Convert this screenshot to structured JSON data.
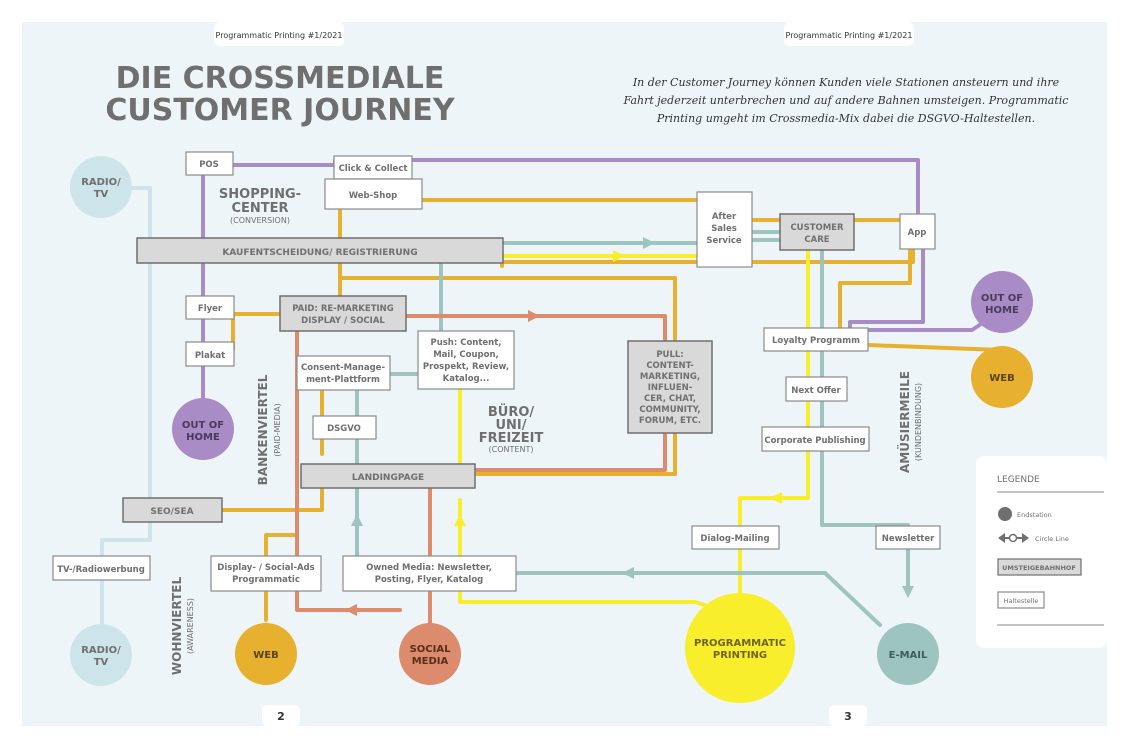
{
  "header": {
    "left_tab": "Programmatic Printing #1/2021",
    "right_tab": "Programmatic Printing #1/2021",
    "title_line1": "DIE CROSSMEDIALE",
    "title_line2": "CUSTOMER JOURNEY",
    "intro_line1": "In der Customer Journey können Kunden viele Stationen ansteuern und ihre",
    "intro_line2": "Fahrt jederzeit unterbrechen und auf andere Bahnen umsteigen. Programmatic",
    "intro_line3": "Printing umgeht im Crossmedia-Mix dabei die DSGVO-Haltestellen."
  },
  "page_numbers": {
    "left": "2",
    "right": "3"
  },
  "districts": {
    "shopping_line1": "SHOPPING-",
    "shopping_line2": "CENTER",
    "shopping_sub": "(CONVERSION)",
    "bank": "BANKENVIERTEL",
    "bank_sub": "(PAID-MEDIA)",
    "buero_line1": "BÜRO/",
    "buero_line2": "UNI/",
    "buero_line3": "FREIZEIT",
    "buero_sub": "(CONTENT)",
    "wohn": "WOHNVIERTEL",
    "wohn_sub": "(AWARENESS)",
    "amuesier": "AMÜSIERMEILE",
    "amuesier_sub": "(KUNDENBINDUNG)"
  },
  "terminals": {
    "radio_top_l1": "RADIO/",
    "radio_top_l2": "TV",
    "radio_bottom_l1": "RADIO/",
    "radio_bottom_l2": "TV",
    "ooh_left_l1": "OUT OF",
    "ooh_left_l2": "HOME",
    "ooh_right_l1": "OUT OF",
    "ooh_right_l2": "HOME",
    "web_right": "WEB",
    "web_bottom": "WEB",
    "social_l1": "SOCIAL",
    "social_l2": "MEDIA",
    "pp_l1": "PROGRAMMATIC",
    "pp_l2": "PRINTING",
    "email": "E-MAIL"
  },
  "hubs": {
    "kauf": "KAUFENTSCHEIDUNG/ REGISTRIERUNG",
    "paid_l1": "PAID: RE-MARKETING",
    "paid_l2": "DISPLAY / SOCIAL",
    "pull_l1": "PULL:",
    "pull_l2": "CONTENT-",
    "pull_l3": "MARKETING,",
    "pull_l4": "INFLUEN-",
    "pull_l5": "CER, CHAT,",
    "pull_l6": "COMMUNITY,",
    "pull_l7": "FORUM, ETC.",
    "landing": "LANDINGPAGE",
    "seo": "SEO/SEA",
    "care_l1": "CUSTOMER",
    "care_l2": "CARE"
  },
  "stops": {
    "pos": "POS",
    "click": "Click & Collect",
    "webshop": "Web-Shop",
    "after_l1": "After",
    "after_l2": "Sales",
    "after_l3": "Service",
    "app": "App",
    "flyer": "Flyer",
    "plakat": "Plakat",
    "consent_l1": "Consent-Manage-",
    "consent_l2": "ment-Plattform",
    "push_l1": "Push: Content,",
    "push_l2": "Mail, Coupon,",
    "push_l3": "Prospekt, Review,",
    "push_l4": "Katalog...",
    "dsgvo": "DSGVO",
    "loyalty": "Loyalty Programm",
    "next": "Next Offer",
    "corp": "Corporate Publishing",
    "tvradio": "TV-/Radiowerbung",
    "display_l1": "Display- / Social-Ads",
    "display_l2": "Programmatic",
    "owned_l1": "Owned Media: Newsletter,",
    "owned_l2": "Posting, Flyer, Katalog",
    "dialog": "Dialog-Mailing",
    "newsletter": "Newsletter"
  },
  "legend": {
    "title": "LEGENDE",
    "endstation": "Endstation",
    "circle_line": "Circle Line",
    "hub": "UMSTEIGEBAHNHOF",
    "stop": "Haltestelle"
  },
  "colors": {
    "background": "#eef5f9",
    "purple": "#a98bc5",
    "yellow": "#e7b12f",
    "bright_yellow": "#f9ee2c",
    "teal": "#9ec4bf",
    "salmon": "#dc8b6c",
    "light_blue": "#cde5ea",
    "hub_fill": "#d9d9d9",
    "text_gray": "#6f6f6f"
  }
}
